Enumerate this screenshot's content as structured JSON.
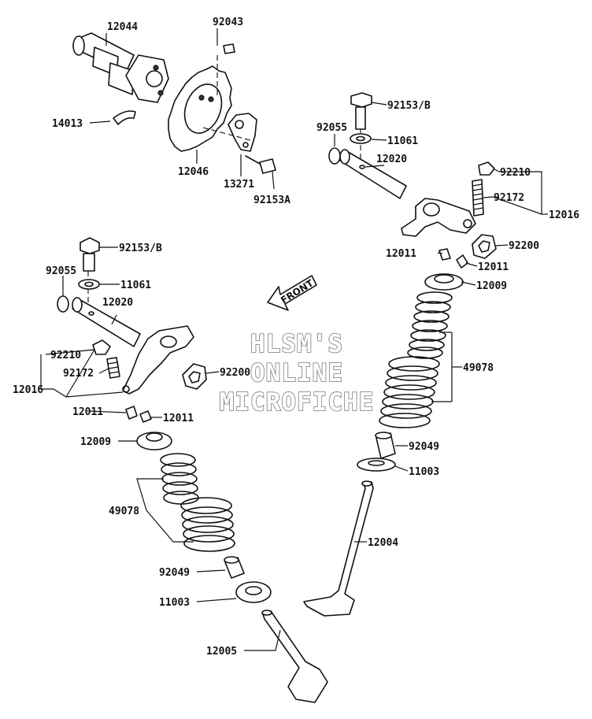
{
  "parts": [
    "12044",
    "92043",
    "14013",
    "12046",
    "13271",
    "92153A",
    "92153/B",
    "92055",
    "11061",
    "12020",
    "92210",
    "92172",
    "12016",
    "92200",
    "12011",
    "12011",
    "12009",
    "49078",
    "92049",
    "11003",
    "12004",
    "92153/B",
    "92055",
    "11061",
    "12020",
    "92210",
    "92172",
    "12016",
    "92200",
    "12011",
    "12011",
    "12009",
    "49078",
    "92049",
    "11003",
    "12005"
  ],
  "direction_arrow": "FRONT",
  "watermark": [
    "HLSM'S",
    "ONLINE",
    "MICROFICHE"
  ]
}
